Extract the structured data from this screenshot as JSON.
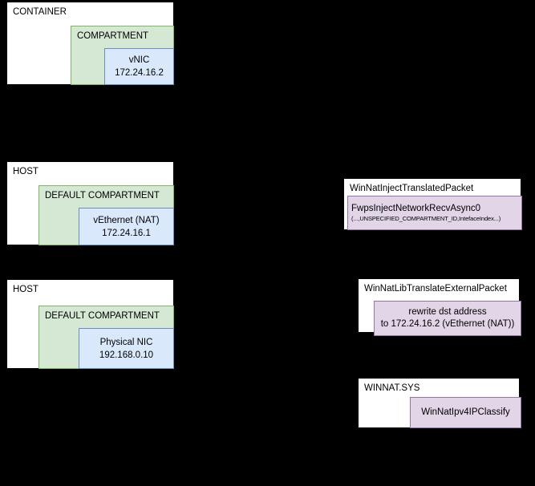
{
  "diagram": {
    "background_color": "#000000",
    "palette": {
      "white_fill": "#ffffff",
      "green_fill": "#d5e8d4",
      "green_stroke": "#82b366",
      "blue_fill": "#dae8fc",
      "blue_stroke": "#6c8ebf",
      "purple_fill": "#e1d5e7",
      "purple_stroke": "#9673a6",
      "text_color": "#000000"
    },
    "left_column": [
      {
        "outer_label": "CONTAINER",
        "compartment_label": "COMPARTMENT",
        "nic_name": "vNIC",
        "nic_address": "172.24.16.2"
      },
      {
        "outer_label": "HOST",
        "compartment_label": "DEFAULT COMPARTMENT",
        "nic_name": "vEthernet (NAT)",
        "nic_address": "172.24.16.1"
      },
      {
        "outer_label": "HOST",
        "compartment_label": "DEFAULT COMPARTMENT",
        "nic_name": "Physical NIC",
        "nic_address": "192.168.0.10"
      }
    ],
    "right_column": [
      {
        "outer_label": "WinNatInjectTranslatedPacket",
        "call_line_1": "FwpsInjectNetworkRecvAsync0",
        "call_line_2": "(...,UNSPECIFIED_COMPARTMENT_ID,IntefaceIndex...)"
      },
      {
        "outer_label": "WinNatLibTranslateExternalPacket",
        "call_line_1": "rewrite dst address",
        "call_line_2": "to 172.24.16.2 (vEthernet (NAT))"
      },
      {
        "outer_label": "WINNAT.SYS",
        "call_line_1": "WinNatIpv4IPClassify"
      }
    ]
  }
}
